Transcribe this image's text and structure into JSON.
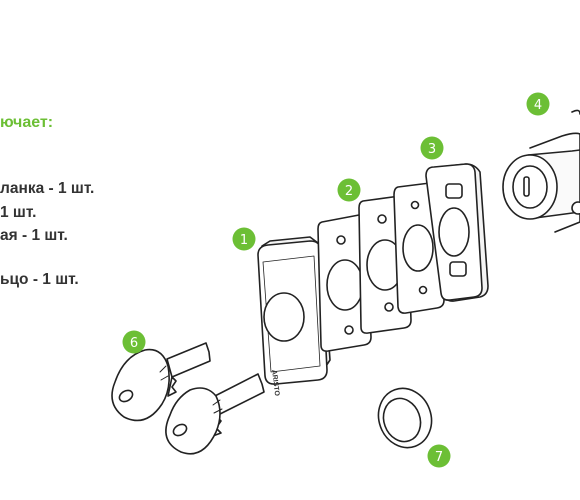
{
  "heading": {
    "text": "ючает:",
    "color": "#6cbf35"
  },
  "list": [
    "ланка - 1 шт.",
    "1 шт.",
    "ая - 1 шт.",
    "ьцо - 1 шт."
  ],
  "brand": "ARISTO",
  "badges": [
    "1",
    "2",
    "3",
    "4",
    "6",
    "7"
  ],
  "colors": {
    "badge": "#6cbf35",
    "stroke": "#222222",
    "text": "#333333"
  }
}
